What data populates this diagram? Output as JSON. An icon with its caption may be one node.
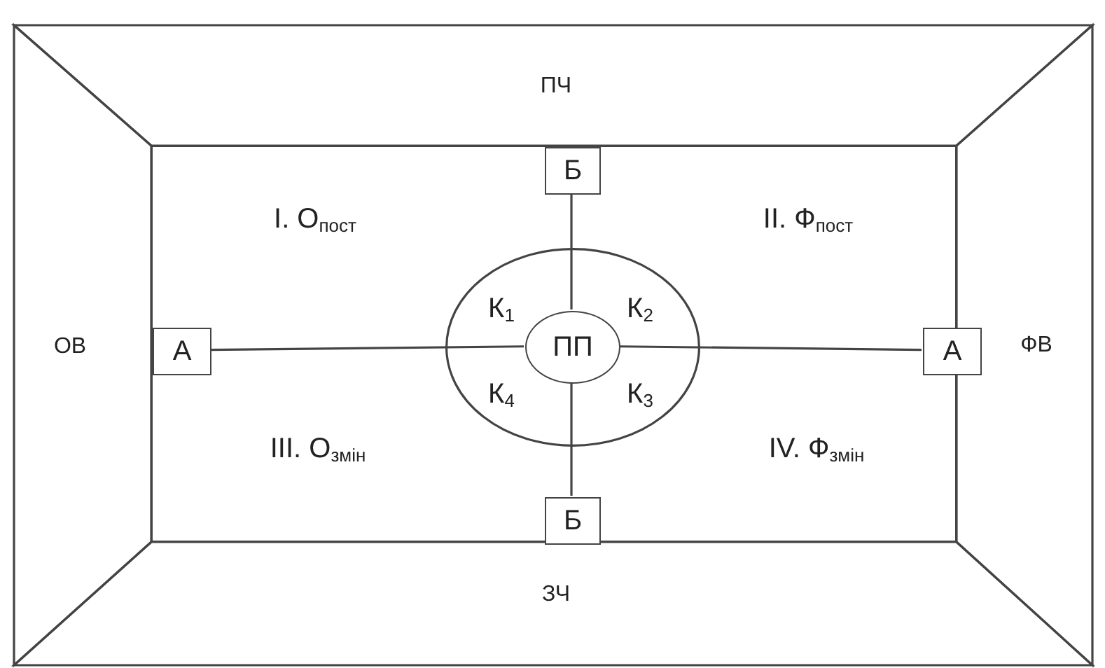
{
  "diagram": {
    "nodes": [
      {
        "text": [
          "ПЧ"
        ]
      },
      {
        "text": [
          "ОВ"
        ]
      },
      {
        "text": [
          "ФВ"
        ]
      },
      {
        "text": [
          "ЗЧ"
        ]
      },
      {
        "text": [
          "I. О$_{пост}$",
          "II. Ф$_{пост}$",
          "III. О$_{змін}$",
          "IV. Ф$_{змін}$"
        ]
      },
      {
        "text": [
          "Б"
        ],
        "in": 4
      },
      {
        "text": [
          "А"
        ],
        "in": 4
      },
      {
        "text": [
          "К$_{1}$",
          "К$_{2}$",
          "К$_{4}$",
          "К$_{3}$"
        ],
        "in": 4
      },
      {
        "text": [
          "ПП"
        ],
        "in": 7
      },
      {
        "text": [
          "А"
        ],
        "in": 4
      },
      {
        "text": [
          "Б"
        ],
        "in": 4
      }
    ],
    "edges": [
      {
        "from": 5,
        "to": 8,
        "arrow": "none"
      },
      {
        "from": 6,
        "to": 8,
        "arrow": "none"
      },
      {
        "from": 8,
        "to": 9,
        "arrow": "none"
      },
      {
        "from": 8,
        "to": 10,
        "arrow": "none"
      }
    ]
  }
}
